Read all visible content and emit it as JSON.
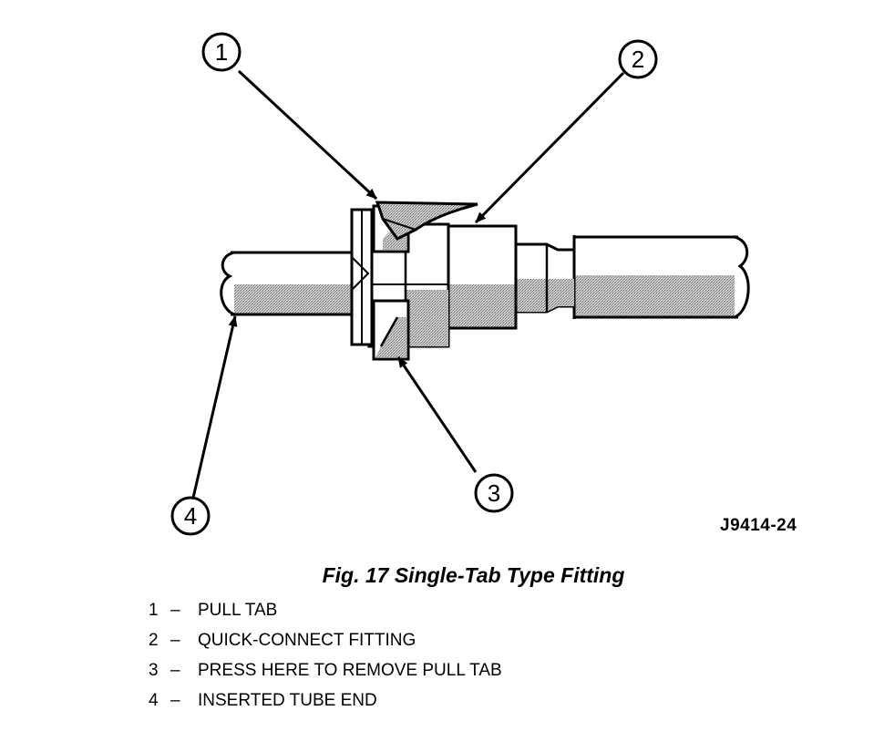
{
  "figure": {
    "code": "J9414-24",
    "caption": "Fig. 17 Single-Tab Type Fitting"
  },
  "callouts": [
    {
      "number": "1",
      "meaning": "PULL TAB"
    },
    {
      "number": "2",
      "meaning": "QUICK-CONNECT FITTING"
    },
    {
      "number": "3",
      "meaning": "PRESS HERE TO REMOVE PULL TAB"
    },
    {
      "number": "4",
      "meaning": "INSERTED TUBE END"
    }
  ],
  "legend": [
    {
      "number": "1",
      "dash": "–",
      "text": "PULL TAB"
    },
    {
      "number": "2",
      "dash": "–",
      "text": "QUICK-CONNECT FITTING"
    },
    {
      "number": "3",
      "dash": "–",
      "text": "PRESS HERE TO REMOVE PULL TAB"
    },
    {
      "number": "4",
      "dash": "–",
      "text": "INSERTED TUBE END"
    }
  ],
  "colors": {
    "ink": "#000000",
    "shade": "#a9a9a9",
    "paper": "#ffffff"
  }
}
